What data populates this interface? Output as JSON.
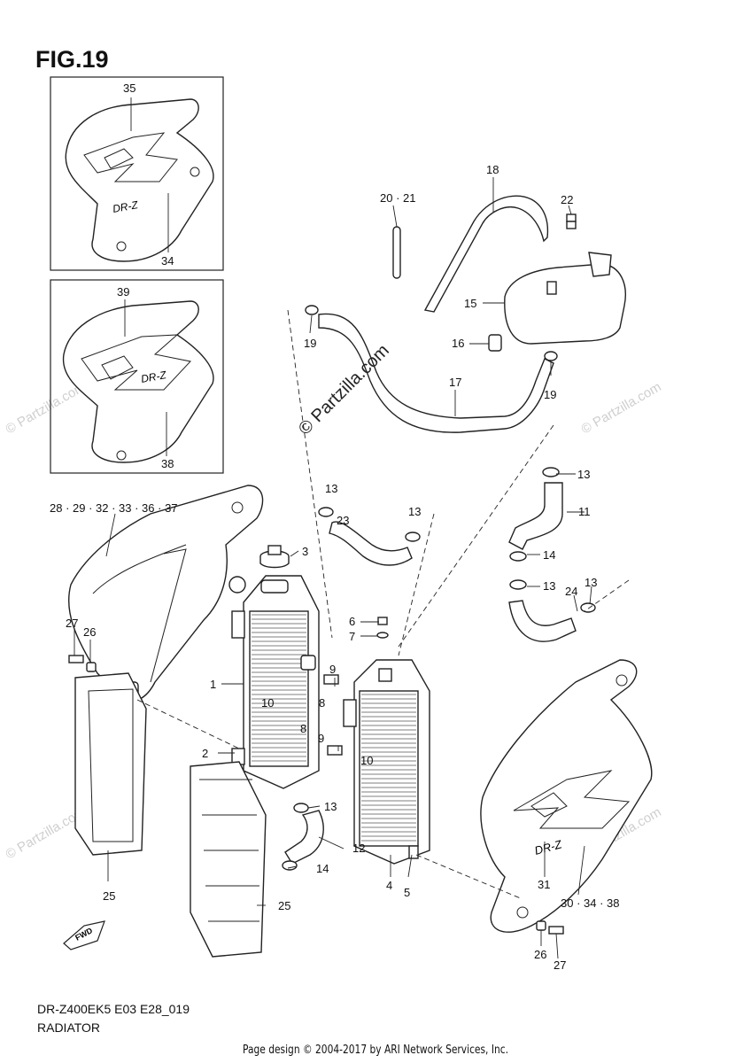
{
  "title": "FIG.19",
  "footer": {
    "model": "DR-Z400EK5 E03 E28_019",
    "name": "RADIATOR",
    "credit": "Page design © 2004-2017 by ARI Network Services, Inc."
  },
  "watermark": {
    "main": "© Partzilla.com",
    "faint": "© Partzilla.com"
  },
  "callouts": {
    "c1": "1",
    "c2": "2",
    "c3": "3",
    "c4": "4",
    "c5": "5",
    "c6": "6",
    "c7": "7",
    "c8a": "8",
    "c8b": "8",
    "c9a": "9",
    "c9b": "9",
    "c10a": "10",
    "c10b": "10",
    "c11": "11",
    "c12": "12",
    "c13a": "13",
    "c13b": "13",
    "c13c": "13",
    "c13d": "13",
    "c13e": "13",
    "c14a": "14",
    "c14b": "14",
    "c15": "15",
    "c16": "16",
    "c17": "17",
    "c18": "18",
    "c19a": "19",
    "c19b": "19",
    "c20_21": "20 · 21",
    "c22": "22",
    "c23": "23",
    "c24": "24",
    "c25a": "25",
    "c25b": "25",
    "c26a": "26",
    "c26b": "26",
    "c27a": "27",
    "c27b": "27",
    "c28_37": "28 · 29 · 32 · 33 · 36 · 37",
    "c30_38": "30 · 34 · 38",
    "c31": "31",
    "c34": "34",
    "c35": "35",
    "c38": "38",
    "c39": "39"
  },
  "icons": {
    "fwd": "FWD"
  }
}
